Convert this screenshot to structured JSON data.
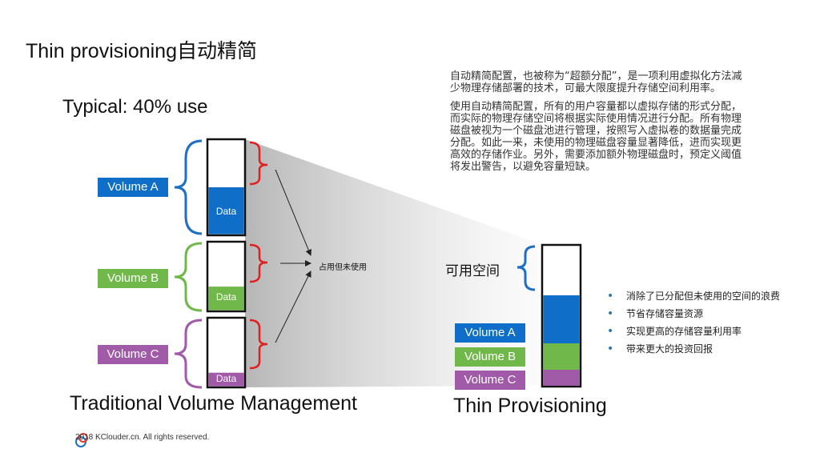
{
  "title": "Thin provisioning自动精简",
  "typical": "Typical: 40% use",
  "description": [
    "自动精简配置，也被称为“超额分配”，是一项利用虚拟化方法减少物理存储部署的技术，可最大限度提升存储空间利用率。",
    "使用自动精简配置，所有的用户容量都以虚拟存储的形式分配，而实际的物理存储空间将根据实际使用情况进行分配。所有物理磁盘被视为一个磁盘池进行管理，按照写入虚拟卷的数据量完成分配。如此一来，未使用的物理磁盘容量显著降低，进而实现更高效的存储作业。另外，需要添加额外物理磁盘时，预定义阈值将发出警告，以避免容量短缺。"
  ],
  "traditional": {
    "caption": "Traditional Volume Management",
    "unused_label": "占用但未使用",
    "volumes": [
      {
        "name": "Volume A",
        "data_label": "Data",
        "color": "#0e6ec8",
        "used_fraction": 0.5
      },
      {
        "name": "Volume B",
        "data_label": "Data",
        "color": "#70b84a",
        "used_fraction": 0.35
      },
      {
        "name": "Volume C",
        "data_label": "Data",
        "color": "#a05aa8",
        "used_fraction": 0.2
      }
    ]
  },
  "thin": {
    "caption": "Thin Provisioning",
    "available_label": "可用空间",
    "volumes": [
      {
        "name": "Volume A",
        "color": "#0e6ec8"
      },
      {
        "name": "Volume B",
        "color": "#70b84a"
      },
      {
        "name": "Volume C",
        "color": "#a05aa8"
      }
    ],
    "benefits": [
      "消除了已分配但未使用的空间的浪费",
      "节省存储容量资源",
      "实现更高的存储容量利用率",
      "带来更大的投资回报"
    ]
  },
  "colors": {
    "brace_volume_a": "#1f6fc4",
    "brace_volume_b": "#70b84a",
    "brace_volume_c": "#a05aa8",
    "brace_unused": "#e02020"
  },
  "footer": "2018 KClouder.cn. All rights reserved."
}
